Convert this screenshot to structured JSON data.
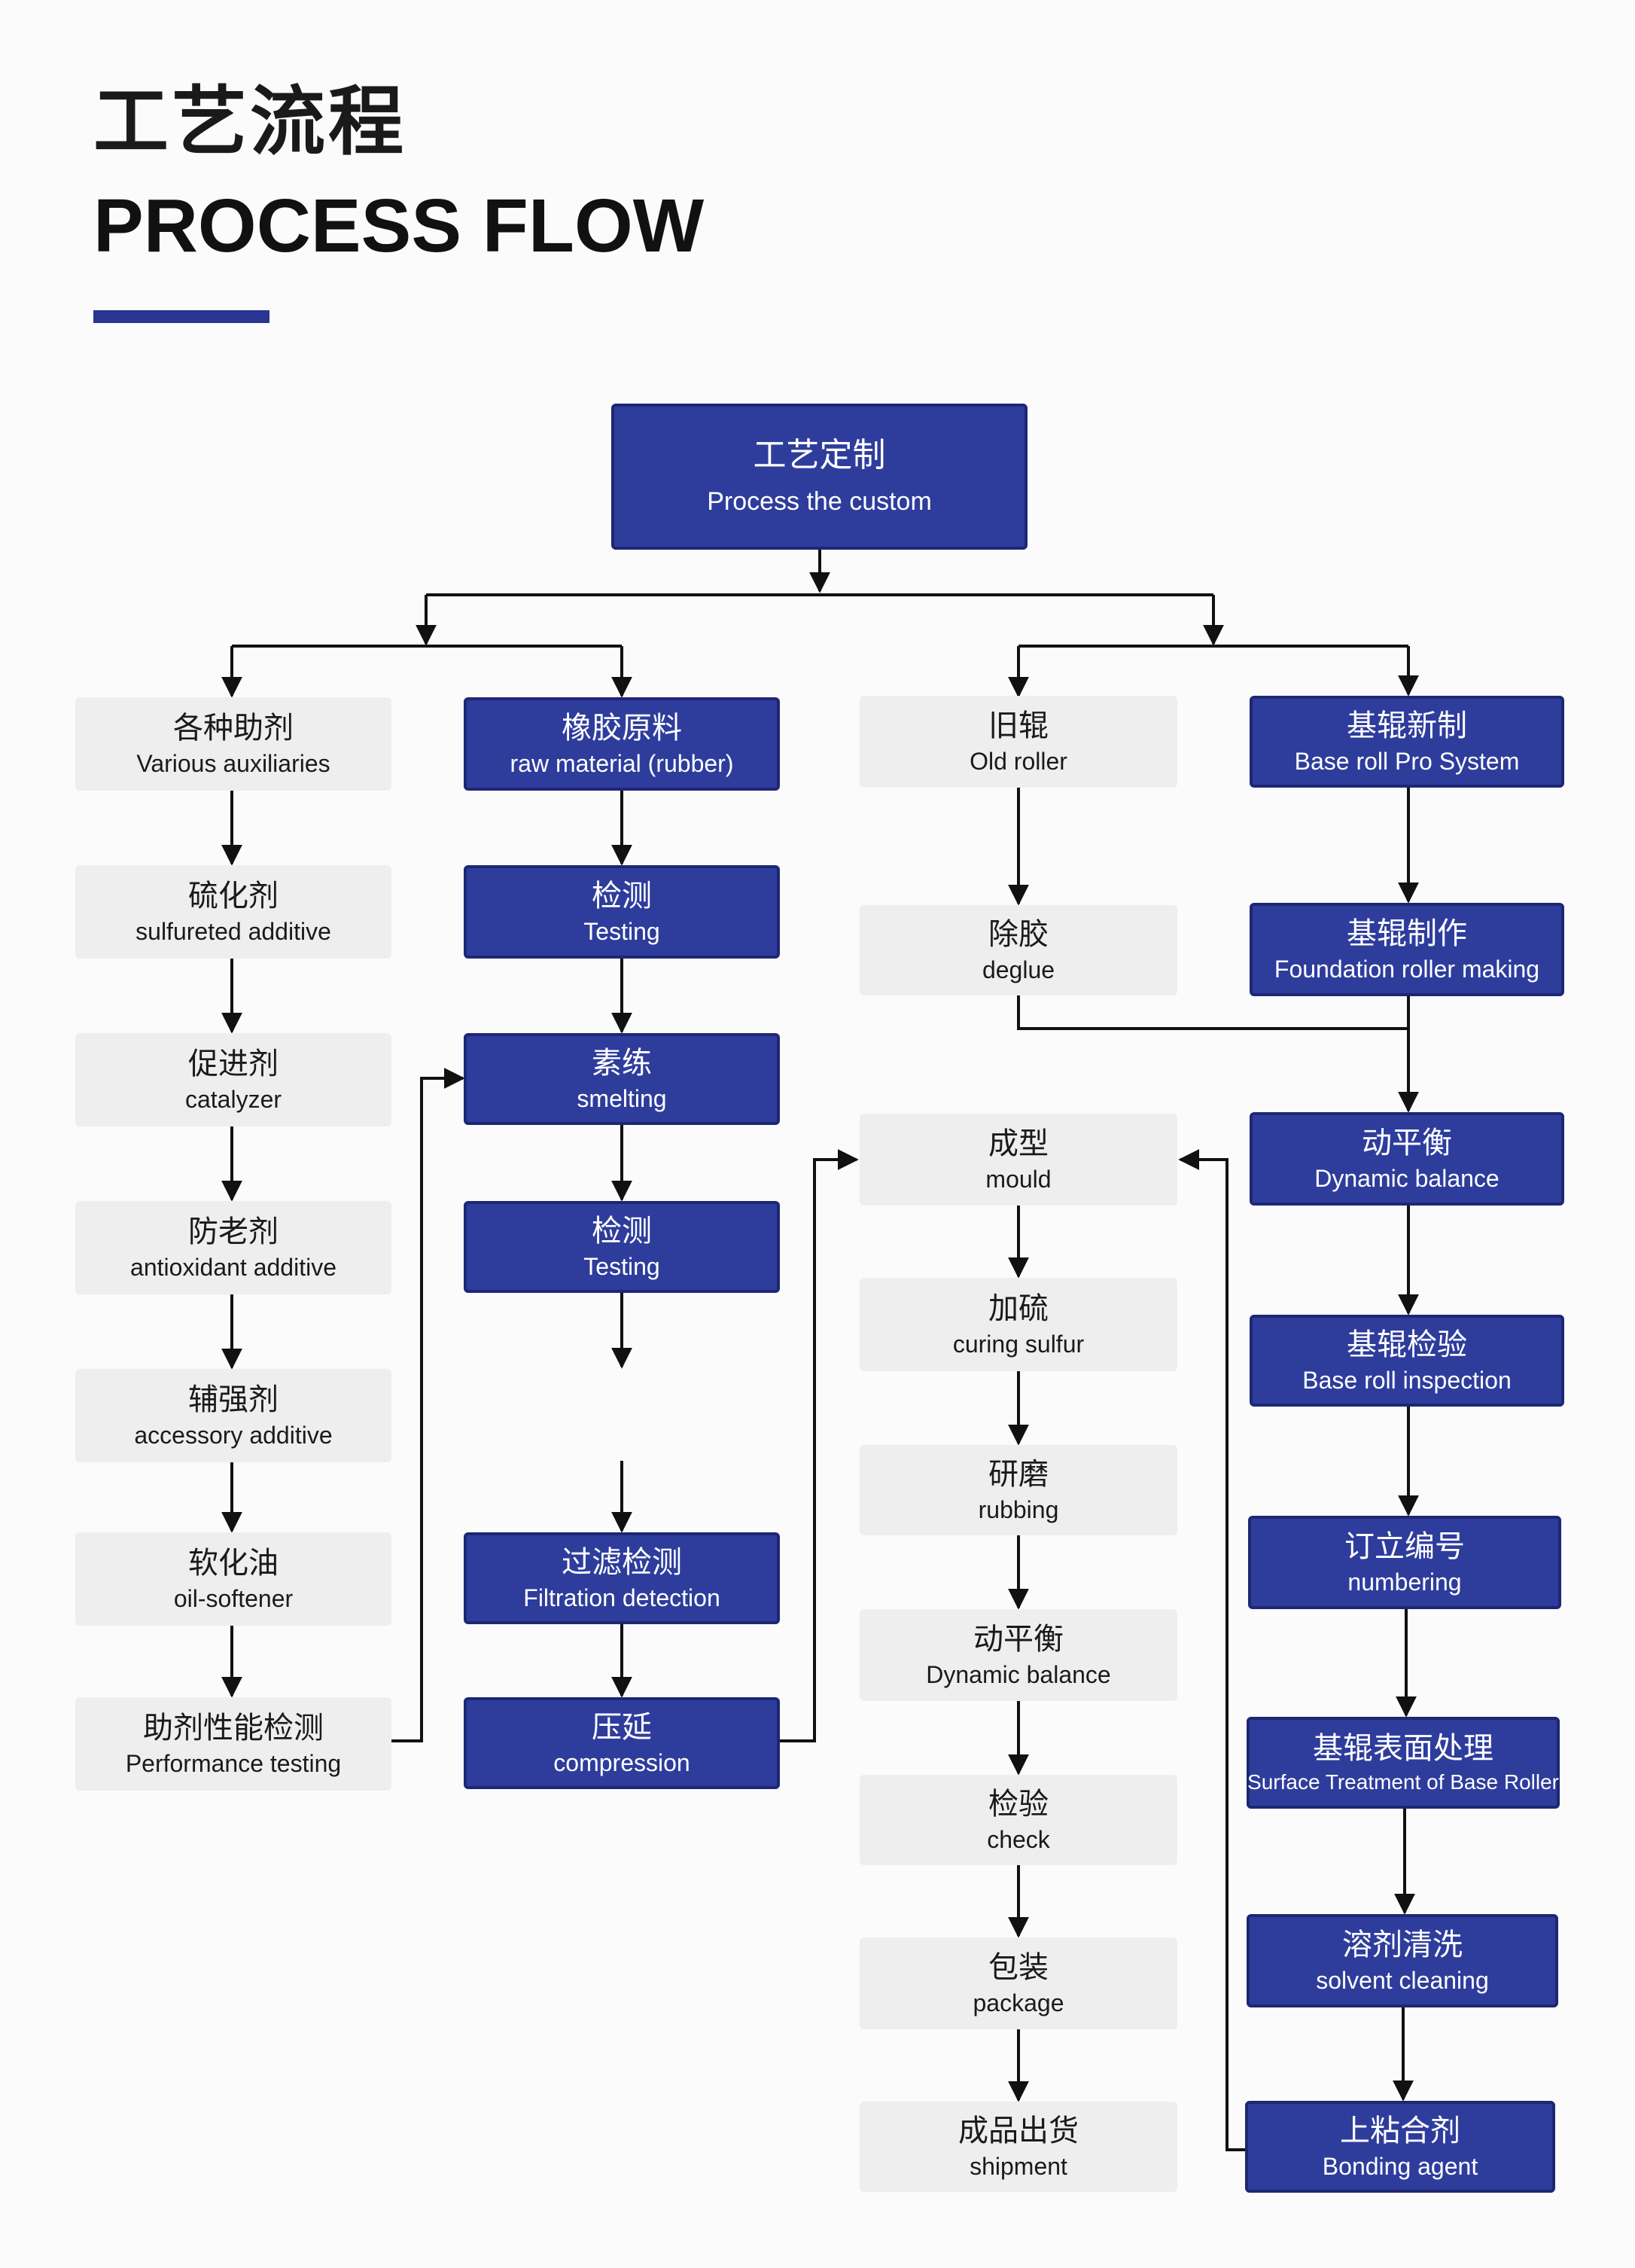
{
  "header": {
    "title_zh": "工艺流程",
    "title_en": "PROCESS FLOW"
  },
  "colors": {
    "dark_box": "#2e3d9c",
    "dark_border": "#1d2773",
    "light_box": "#eeeeee",
    "accent_bar": "#283592",
    "line": "#111111"
  },
  "nodes": {
    "custom": {
      "zh": "工艺定制",
      "en": "Process the custom"
    },
    "aux": {
      "zh": "各种助剂",
      "en": "Various auxiliaries"
    },
    "sulfur": {
      "zh": "硫化剂",
      "en": "sulfureted additive"
    },
    "catalyzer": {
      "zh": "促进剂",
      "en": "catalyzer"
    },
    "antiox": {
      "zh": "防老剂",
      "en": "antioxidant additive"
    },
    "accessory": {
      "zh": "辅强剂",
      "en": "accessory additive"
    },
    "softener": {
      "zh": "软化油",
      "en": "oil-softener"
    },
    "perf": {
      "zh": "助剂性能检测",
      "en": "Performance testing"
    },
    "rubber": {
      "zh": "橡胶原料",
      "en": "raw material (rubber)"
    },
    "test1": {
      "zh": "检测",
      "en": "Testing"
    },
    "smelting": {
      "zh": "素练",
      "en": "smelting"
    },
    "test2": {
      "zh": "检测",
      "en": "Testing"
    },
    "filtration": {
      "zh": "过滤检测",
      "en": "Filtration detection"
    },
    "compression": {
      "zh": "压延",
      "en": "compression"
    },
    "oldroller": {
      "zh": "旧辊",
      "en": "Old roller"
    },
    "deglue": {
      "zh": "除胶",
      "en": "deglue"
    },
    "mould": {
      "zh": "成型",
      "en": "mould"
    },
    "curing": {
      "zh": "加硫",
      "en": "curing sulfur"
    },
    "rubbing": {
      "zh": "研磨",
      "en": "rubbing"
    },
    "dyn2": {
      "zh": "动平衡",
      "en": "Dynamic balance"
    },
    "check": {
      "zh": "检验",
      "en": "check"
    },
    "package": {
      "zh": "包装",
      "en": "package"
    },
    "shipment": {
      "zh": "成品出货",
      "en": "shipment"
    },
    "baseroll": {
      "zh": "基辊新制",
      "en": "Base roll Pro System"
    },
    "foundation": {
      "zh": "基辊制作",
      "en": "Foundation roller making"
    },
    "dyn1": {
      "zh": "动平衡",
      "en": "Dynamic balance"
    },
    "inspection": {
      "zh": "基辊检验",
      "en": "Base roll inspection"
    },
    "numbering": {
      "zh": "订立编号",
      "en": "numbering"
    },
    "surface": {
      "zh": "基辊表面处理",
      "en": "Surface Treatment of Base Roller"
    },
    "solvent": {
      "zh": "溶剂清洗",
      "en": "solvent cleaning"
    },
    "bonding": {
      "zh": "上粘合剂",
      "en": "Bonding agent"
    }
  }
}
